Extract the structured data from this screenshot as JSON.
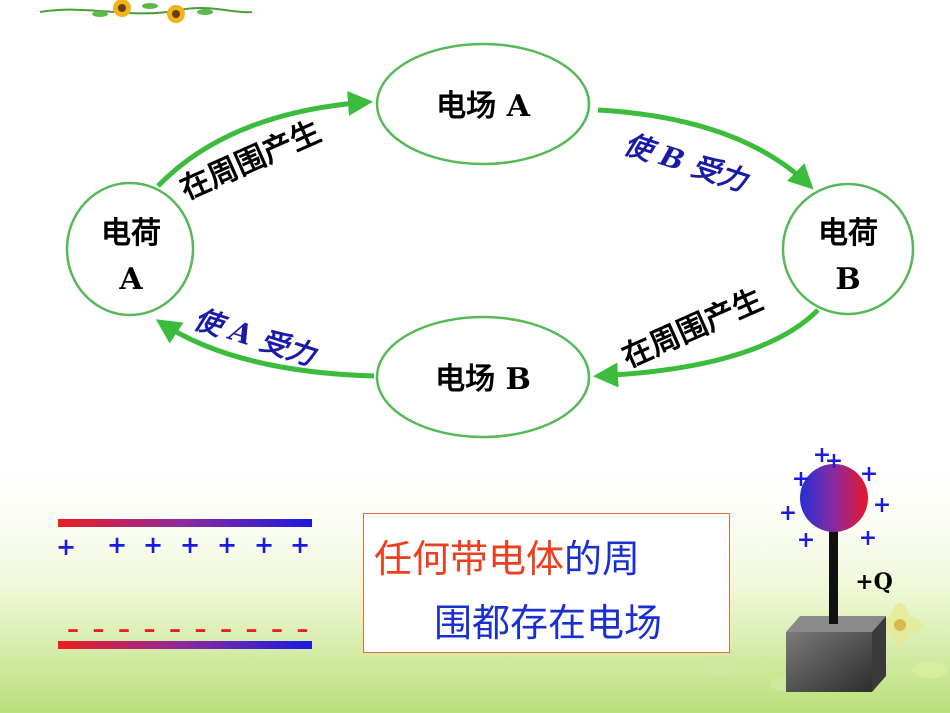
{
  "cycle": {
    "charge_a": [
      "电荷",
      "A"
    ],
    "charge_b": [
      "电荷",
      "B"
    ],
    "field_a": "电场 A",
    "field_b": "电场 B",
    "arrow_top_left": "在周围产生",
    "arrow_top_right": "使 B 受力",
    "arrow_bottom_right": "在周围产生",
    "arrow_bottom_left": "使 A 受力"
  },
  "plates": {
    "top_signs": [
      "+",
      "+",
      "+",
      "+",
      "+",
      "+",
      "+"
    ],
    "bottom_signs": [
      "–",
      "–",
      "–",
      "–",
      "–",
      "–",
      "–",
      "–",
      "–",
      "–"
    ]
  },
  "statement": {
    "line1_highlight": "任何带电体",
    "line1_rest": "的周",
    "line2": "围都存在电场"
  },
  "sphere": {
    "signs": [
      "+",
      "+",
      "+",
      "+",
      "+",
      "+",
      "+",
      "+"
    ],
    "label": "+Q"
  },
  "colors": {
    "arrow_green": "#3cbc3c",
    "ellipse_green": "#56b856",
    "highlight_red": "#ee3e1e",
    "text_blue": "#1a2fd0",
    "plate_red": "#ee1c24",
    "plate_blue": "#1a1ae0"
  }
}
